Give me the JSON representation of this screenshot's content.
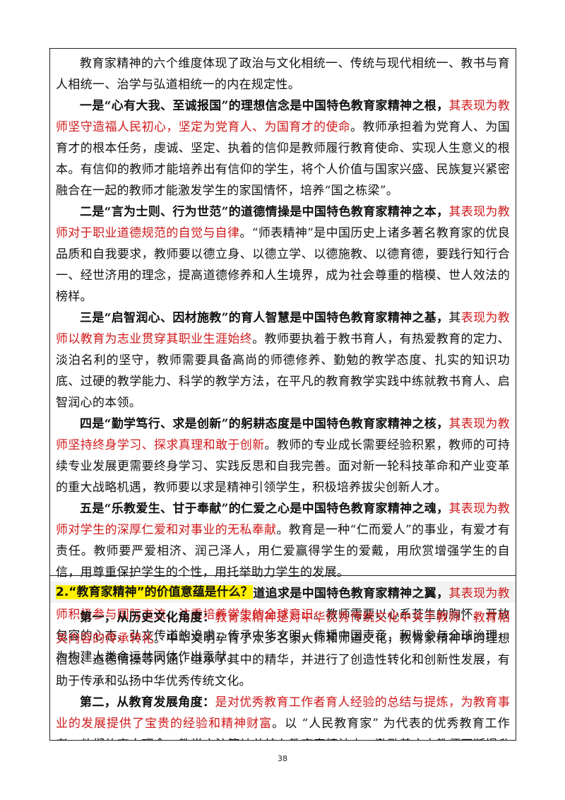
{
  "intro": "教育家精神的六个维度体现了政治与文化相统一、传统与现代相统一、教书与育人相统一、治学与弘道相统一的内在规定性。",
  "paragraphs": [
    {
      "lead": "一是“心有大我、至诚报国”的理想信念是中国特色教育家精神之根，",
      "red": "其表现为教师坚守造福人民初心，坚定为党育人、为国育才的使命",
      "rest": "。教师承担着为党育人、为国育才的根本任务，虔诚、坚定、执着的信仰是教师履行教育使命、实现人生意义的根本。有信仰的教师才能培养出有信仰的学生，将个人价值与国家兴盛、民族复兴紧密融合在一起的教师才能激发学生的家国情怀，培养“国之栋梁”。"
    },
    {
      "lead": "二是“言为士则、行为世范”的道德情操是中国特色教育家精神之本，",
      "red": "其表现为教师对于职业道德规范的自觉与自律",
      "rest": "。“师表精神”是中国历史上诸多著名教育家的优良品质和自我要求，教师要以德立身、以德立学、以德施教、以德育德，要践行知行合一、经世济用的理念，提高道德修养和人生境界，成为社会尊重的楷模、世人效法的榜样。"
    },
    {
      "lead": "三是“启智润心、因材施教”的育人智慧是中国特色教育家精神之基，",
      "pre": "其",
      "red": "表现为教师以教育为志业贯穿其职业生涯始终",
      "rest": "。教师要执着于教书育人，有热爱教育的定力、淡泊名利的坚守，教师需要具备高尚的师德修养、勤勉的教学态度、扎实的知识功底、过硬的教学能力、科学的教学方法，在平凡的教育教学实践中练就教书育人、启智润心的本领。"
    },
    {
      "lead": "四是“勤学笃行、求是创新”的躬耕态度是中国特色教育家精神之核，",
      "red": "其表现为教师坚持终身学习、探求真理和敢于创新",
      "rest": "。教师的专业成长需要经验积累，教师的可持续专业发展更需要终身学习、实践反思和自我完善。面对新一轮科技革命和产业变革的重大战略机遇，教师要以求是精神引领学生，积极培养拔尖创新人才。"
    },
    {
      "lead": "五是“乐教爱生、甘于奉献”的仁爱之心是中国特色教育家精神之魂，",
      "red": "其表现为教师对学生的深厚仁爱和对事业的无私奉献",
      "rest": "。教育是一种“仁而爱人”的事业，有爱才有责任。教师要严爱相济、润己泽人，用仁爱赢得学生的爱戴，用欣赏增强学生的自信，用尊重保护学生的个性，用托举助力学生的发展。"
    },
    {
      "lead": "六是“胸怀天下、以文化人”的弘道追求是中国特色教育家精神之翼，",
      "red": "其表现为教师积极参与国际交流，注重培养学生的全球意识",
      "rest": "。教师需要以心系苍生的胸怀、开放包容的心态、弘文传道的追求，传承中华文明，传播中国声音，积极参与全球治理，为构建人类命运共同体作出贡献。"
    }
  ],
  "question": "2.“教育家精神”的价值意蕴是什么？",
  "answers": [
    {
      "lead": "第一，从历史文化角度：",
      "red": "教育家精神是对中华优秀传统文化中关于教师、教育相关内容的传承转化",
      "rest": "。中华文明孕育了众多名家大师和师道文化，教育家精神中的理想信念、道德情操等内涵，继承了其中的精华，并进行了创造性转化和创新性发展，有助于传承和弘扬中华优秀传统文化。"
    },
    {
      "lead": "第二，从教育发展角度：",
      "red": "是对优秀教育工作者育人经验的总结与提炼，为教育事业的发展提供了宝贵的经验和精神财富",
      "rest": "。以 “人民教育家” 为代表的优秀教育工作者，他们的育人理念、教学方法等被总结在教育家精神中，激励着广大教师不断提升自己，推动教育事业"
    }
  ],
  "page_number": "38"
}
